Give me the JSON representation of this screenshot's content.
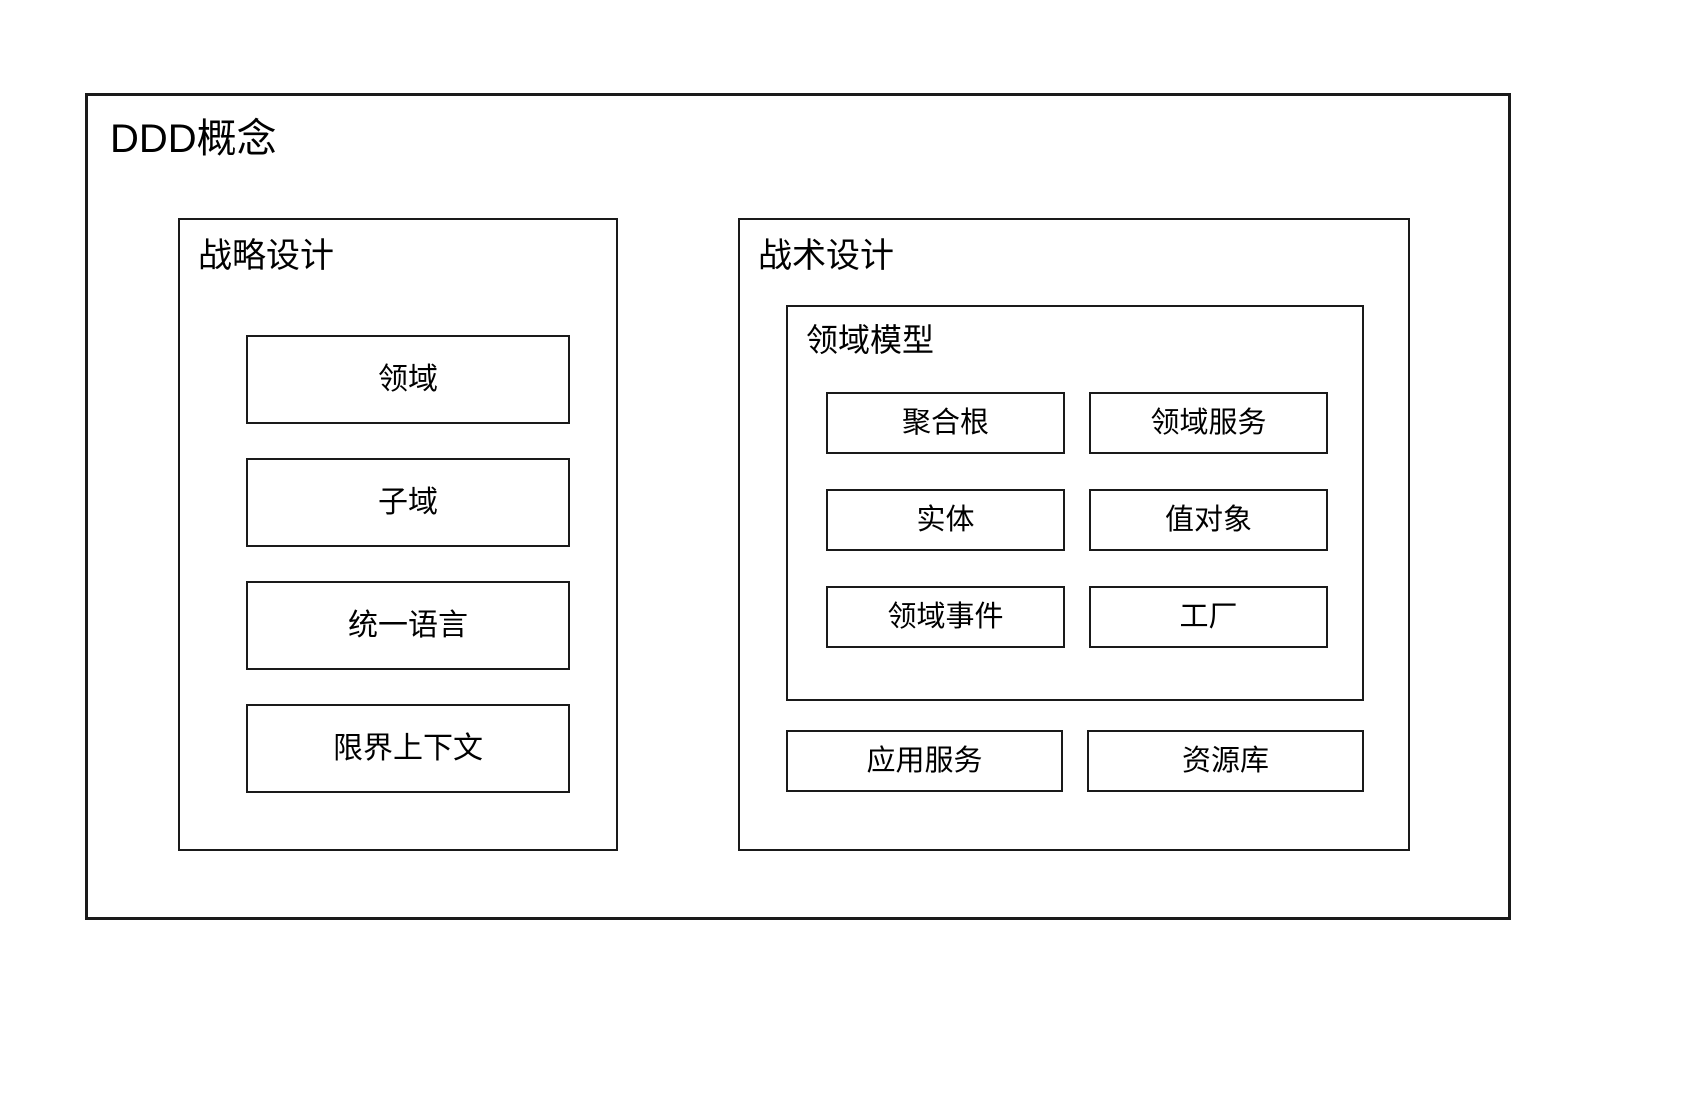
{
  "diagram": {
    "title": "DDD概念",
    "line_color": "#1a1a1a",
    "background_color": "#ffffff",
    "text_color": "#000000"
  },
  "strategic": {
    "title": "战略设计",
    "items": [
      {
        "label": "领域"
      },
      {
        "label": "子域"
      },
      {
        "label": "统一语言"
      },
      {
        "label": "限界上下文"
      }
    ]
  },
  "tactical": {
    "title": "战术设计",
    "domain_model": {
      "title": "领域模型",
      "items": [
        {
          "label": "聚合根"
        },
        {
          "label": "领域服务"
        },
        {
          "label": "实体"
        },
        {
          "label": "值对象"
        },
        {
          "label": "领域事件"
        },
        {
          "label": "工厂"
        }
      ]
    },
    "bottom_items": [
      {
        "label": "应用服务"
      },
      {
        "label": "资源库"
      }
    ]
  }
}
